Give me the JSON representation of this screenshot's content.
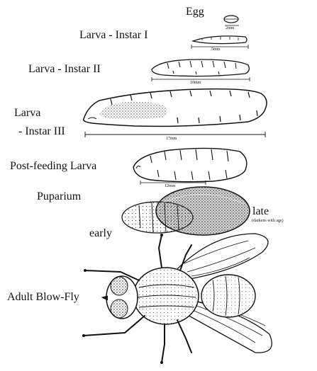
{
  "labels": {
    "egg": "Egg",
    "larva1": "Larva - Instar I",
    "larva2": "Larva - Instar II",
    "larva3_line1": "Larva",
    "larva3_line2": "- Instar III",
    "postfeeding": "Post-feeding Larva",
    "puparium": "Puparium",
    "late": "late",
    "late_note": "(darkens with age)",
    "early": "early",
    "adult": "Adult Blow-Fly"
  },
  "scales": {
    "egg": "2mm",
    "larva1": "5mm",
    "larva2": "10mm",
    "larva3": "17mm",
    "postfeeding": "12mm"
  }
}
